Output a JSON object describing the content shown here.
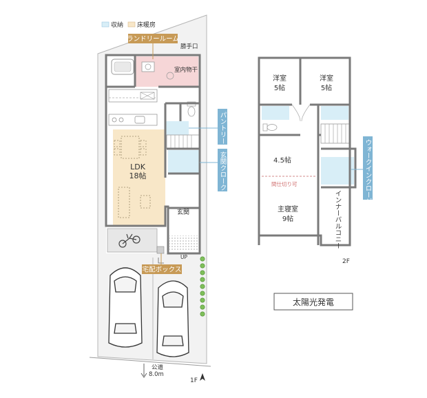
{
  "legend": {
    "storage": {
      "label": "収納",
      "color": "#d8eef7"
    },
    "floor_heating": {
      "label": "床暖房",
      "color": "#f8e7c8"
    }
  },
  "colors": {
    "tag": "#c79a56",
    "tag_blue": "#7fb5d4",
    "wall": "#7a7a7a",
    "laundry": "#f6d6d7",
    "grass": "#7fbf5a"
  },
  "floor1": {
    "laundry_room_tag": "ランドリールーム",
    "service_door": "勝手口",
    "indoor_drying": "室内物干",
    "pantry_tag": "パントリー",
    "entrance_closet_tag": "玄関クローク",
    "ldk_name": "LDK",
    "ldk_size": "18帖",
    "entrance": "玄関",
    "up_mark": "UP",
    "delivery_box_tag": "宅配ボックス",
    "road_name": "公道",
    "road_width": "8.0m",
    "floor_label": "1F"
  },
  "floor2": {
    "room1_name": "洋室",
    "room1_size": "5帖",
    "room2_name": "洋室",
    "room2_size": "5帖",
    "room3": "4.5帖",
    "partition_note": "間仕切り可",
    "master_name": "主寝室",
    "master_size": "9帖",
    "inner_balcony": "インナーバルコニー",
    "walkin_tag": "ウォークインクローゼット",
    "floor_label": "2F"
  },
  "solar_label": "太陽光発電",
  "icons": [
    "north-arrow-icon",
    "bicycle-icon",
    "car-icon",
    "stairs-icon",
    "toilet-icon",
    "bathtub-icon",
    "kitchen-icon"
  ]
}
